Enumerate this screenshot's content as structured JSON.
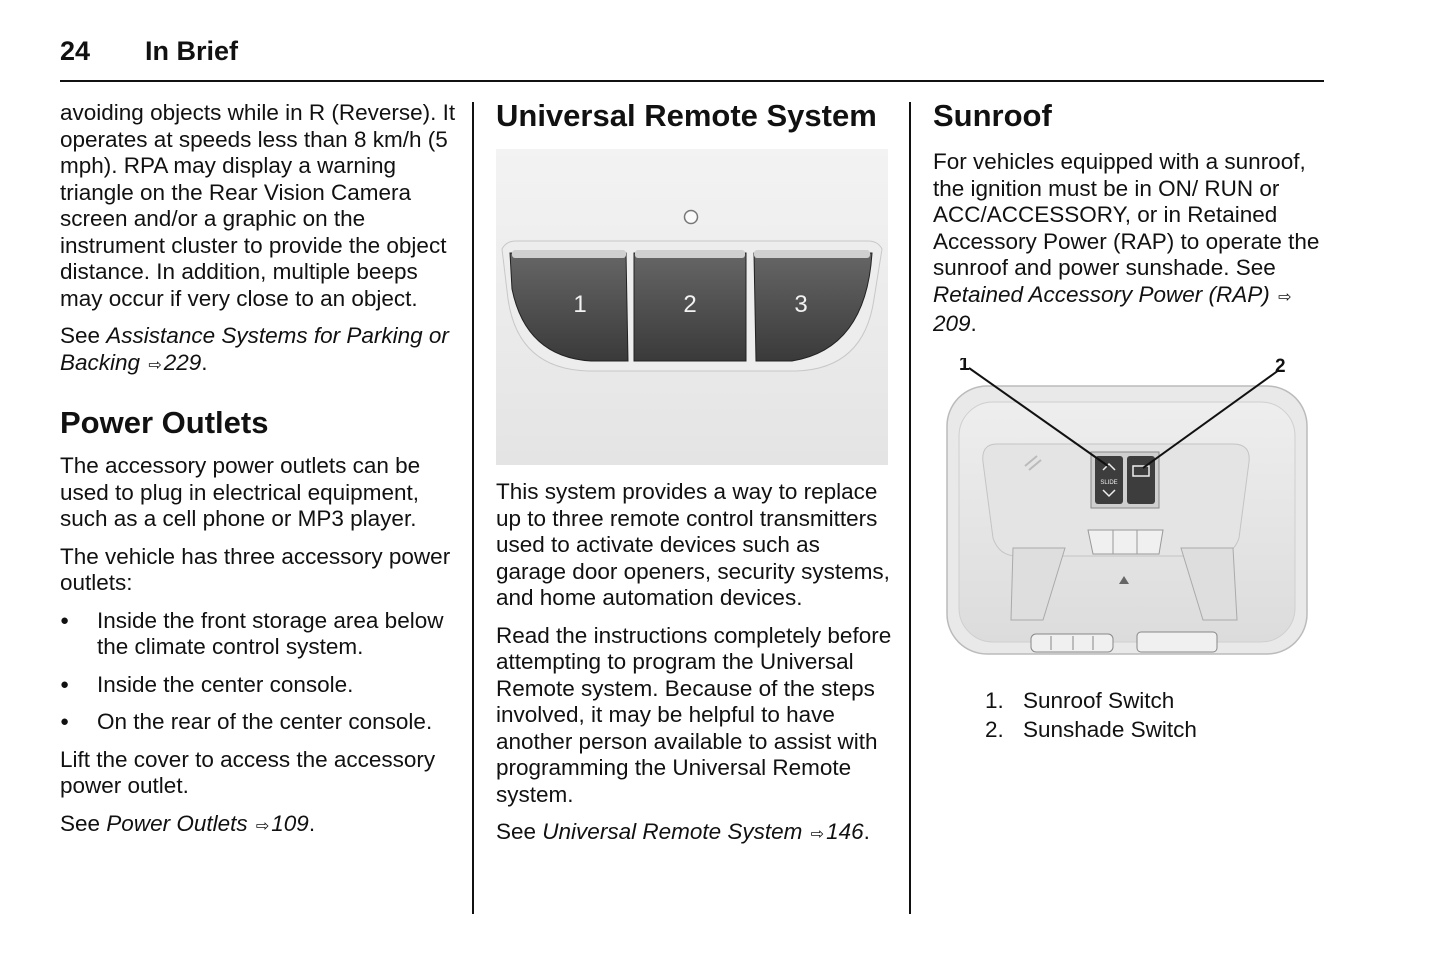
{
  "header": {
    "page_number": "24",
    "section": "In Brief"
  },
  "col1": {
    "p1": "avoiding objects while in R (Reverse). It operates at speeds less than 8 km/h (5 mph). RPA may display a warning triangle on the Rear Vision Camera screen and/or a graphic on the instrument cluster to provide the object distance. In addition, multiple beeps may occur if very close to an object.",
    "see1_prefix": "See ",
    "see1_ref": "Assistance Systems for Parking or Backing",
    "see1_page": "229",
    "heading": "Power Outlets",
    "p2": "The accessory power outlets can be used to plug in electrical equipment, such as a cell phone or MP3 player.",
    "p3": "The vehicle has three accessory power outlets:",
    "bullets": [
      "Inside the front storage area below the climate control system.",
      "Inside the center console.",
      "On the rear of the center console."
    ],
    "p4": "Lift the cover to access the accessory power outlet.",
    "see2_prefix": "See ",
    "see2_ref": "Power Outlets",
    "see2_page": "109"
  },
  "col2": {
    "heading": "Universal Remote System",
    "buttons": [
      "1",
      "2",
      "3"
    ],
    "p1": "This system provides a way to replace up to three remote control transmitters used to activate devices such as garage door openers, security systems, and home automation devices.",
    "p2": "Read the instructions completely before attempting to program the Universal Remote system. Because of the steps involved, it may be helpful to have another person available to assist with programming the Universal Remote system.",
    "see_prefix": "See ",
    "see_ref": "Universal Remote System",
    "see_page": "146"
  },
  "col3": {
    "heading": "Sunroof",
    "p1": "For vehicles equipped with a sunroof, the ignition must be in ON/ RUN or ACC/ACCESSORY, or in Retained Accessory Power (RAP) to operate the sunroof and power sunshade. See ",
    "p1_ref": "Retained Accessory Power (RAP)",
    "p1_page": "209",
    "callouts": [
      "1",
      "2"
    ],
    "switch_label": "SLIDE",
    "captions": [
      {
        "num": "1.",
        "text": "Sunroof Switch"
      },
      {
        "num": "2.",
        "text": "Sunshade Switch"
      }
    ]
  },
  "icons": {
    "page-ref": "⇨"
  }
}
